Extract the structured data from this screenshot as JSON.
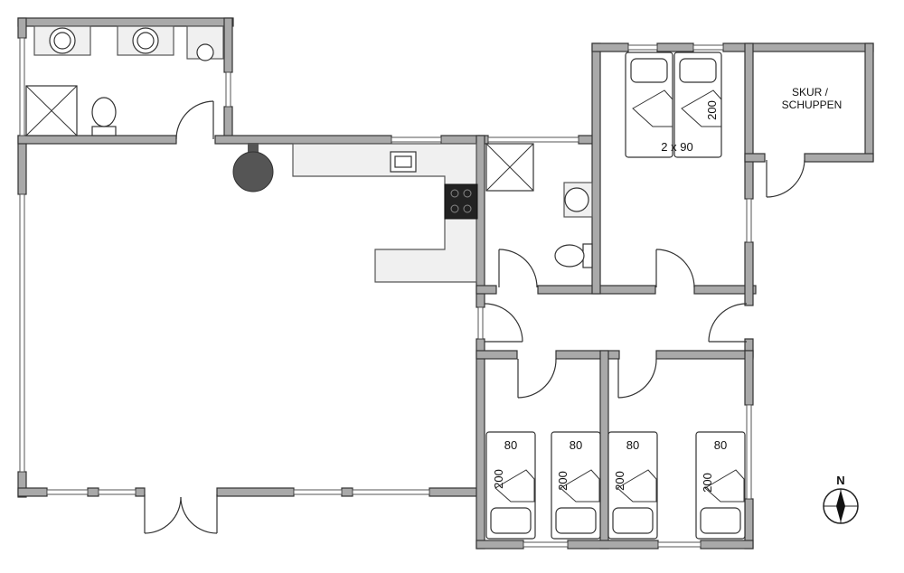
{
  "rooms": {
    "shed_label_line1": "SKUR /",
    "shed_label_line2": "SCHUPPEN"
  },
  "beds": {
    "double_width": "2 x 90",
    "double_length": "200",
    "single_width": "80",
    "single_length": "200"
  },
  "compass": {
    "north_label": "N"
  }
}
